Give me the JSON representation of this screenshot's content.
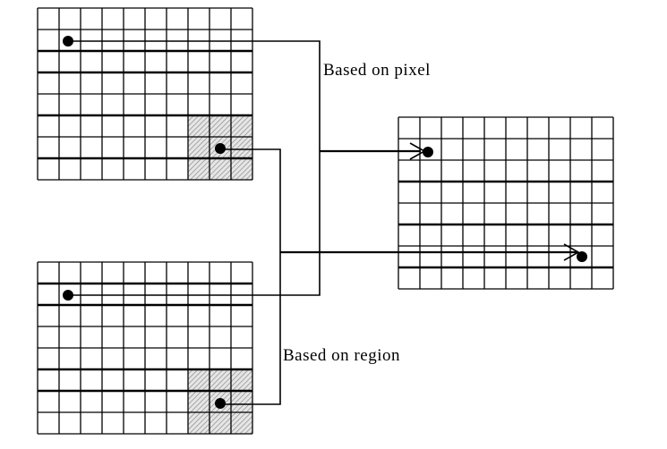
{
  "labels": {
    "pixel": "Based on pixel",
    "region": "Based on region"
  },
  "grids": {
    "source_top": {
      "rows": 8,
      "cols": 10
    },
    "source_bottom": {
      "rows": 8,
      "cols": 10
    },
    "fused": {
      "rows": 8,
      "cols": 10
    }
  },
  "highlight": {
    "rows": 3,
    "cols": 3
  },
  "colors": {
    "line": "#000000",
    "hatch": "#8a8a8a"
  }
}
